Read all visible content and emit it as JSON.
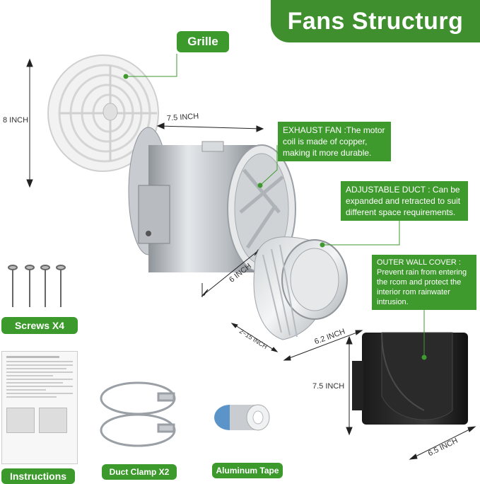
{
  "title": "Fans Structurg",
  "labels": {
    "grille": "Grille",
    "screws": "Screws X4",
    "instructions": "Instructions",
    "duct_clamp": "Duct Clamp X2",
    "aluminum_tape": "Aluminum Tape"
  },
  "dimensions": {
    "grille_height": "8 INCH",
    "fan_width": "7.5 INCH",
    "fan_depth": "6 INCH",
    "duct_length": "2~15 INCH",
    "duct_diameter": "6.2 INCH",
    "cover_height": "7.5 INCH",
    "cover_width": "6.5 INCH"
  },
  "callouts": {
    "exhaust_fan": "EXHAUST FAN :The motor coil is made of copper, making it more durable.",
    "adjustable_duct": "ADJUSTABLE DUCT : Can be expanded and retracted to suit different space requirements.",
    "outer_wall_cover": "OUTER WALL COVER : Prevent rain from entering the rcom and protect the interior rom rainwater intrusion."
  },
  "colors": {
    "brand_green": "#3f8f2f",
    "callout_green": "#3f9a2e"
  }
}
